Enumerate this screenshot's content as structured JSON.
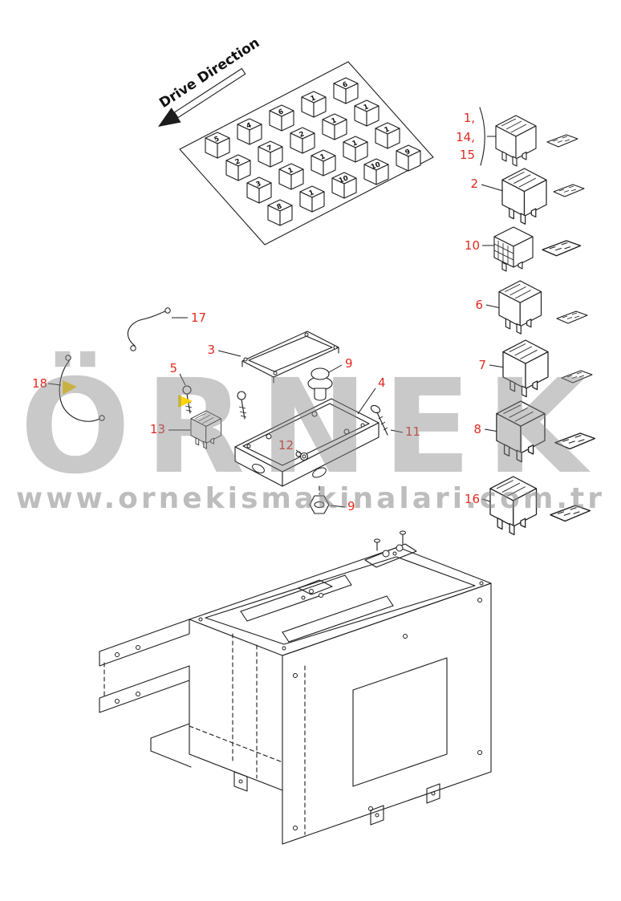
{
  "colors": {
    "line": "#1c1c1c",
    "callout": "#e02b20",
    "watermark": "#888888",
    "accent": "#ffd400",
    "background": "#ffffff"
  },
  "drive_direction": {
    "label": "Drive Direction"
  },
  "watermark": {
    "brand": "ÖRNEK",
    "url": "www.ornekismakinalari.com.tr"
  },
  "panel": {
    "labels": [
      "5",
      "4",
      "6",
      "1",
      "6",
      "2",
      "7",
      "2",
      "1",
      "1",
      "3",
      "1",
      "1",
      "1",
      "1",
      "8",
      "1",
      "10",
      "10",
      "9"
    ]
  },
  "callouts": {
    "g1": "1,",
    "g14": "14,",
    "g15": "15",
    "c2": "2",
    "c10": "10",
    "c6": "6",
    "c7": "7",
    "c8": "8",
    "c16": "16",
    "c17": "17",
    "c18": "18",
    "c3": "3",
    "c5": "5",
    "c9a": "9",
    "c4": "4",
    "c11": "11",
    "c13": "13",
    "c12": "12",
    "c9b": "9"
  }
}
